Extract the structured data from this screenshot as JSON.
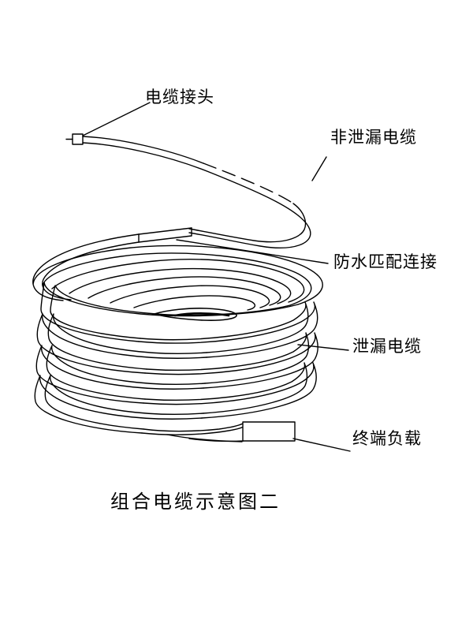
{
  "figure": {
    "caption": "组合电缆示意图二",
    "stroke_color": "#000000",
    "background_color": "#ffffff"
  },
  "annotations": {
    "cable_connector": "电缆接头",
    "nonleaky_cable": "非泄漏电缆",
    "waterproof_connection": "防水匹配连接",
    "leaky_cable": "泄漏电缆",
    "terminal_load": "终端负载"
  },
  "diagram_parts": {
    "connector_plug": "cable-connector-plug",
    "feeder_cable": "non-leaky-feeder-cable",
    "dashed_break": "cable-break-dashes",
    "coupling_sleeve": "waterproof-coupling-sleeve",
    "coil": "leaky-cable-coil",
    "terminal_block": "terminal-load-block"
  }
}
